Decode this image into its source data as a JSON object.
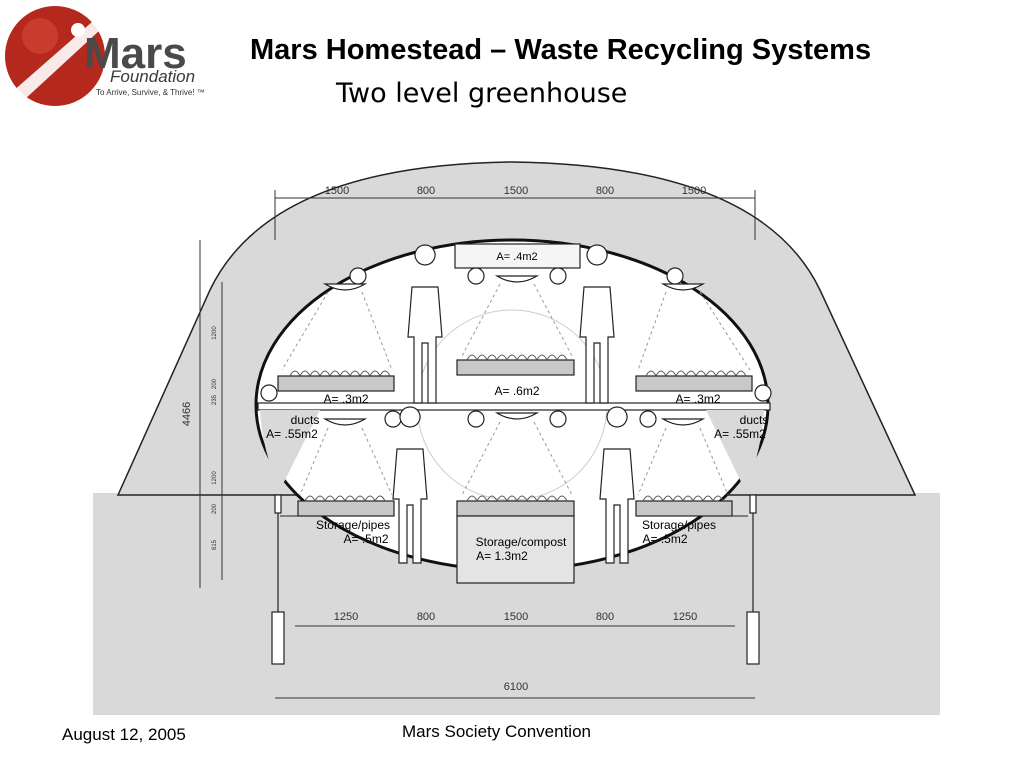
{
  "slide": {
    "title": "Mars Homestead – Waste Recycling Systems",
    "subtitle": "Two level greenhouse"
  },
  "logo": {
    "name_top": "Mars",
    "name_bottom": "Foundation",
    "tagline": "To Arrive, Survive, & Thrive! ™",
    "accent_color": "#b5281e"
  },
  "diagram": {
    "top_dimensions": [
      "1500",
      "800",
      "1500",
      "800",
      "1500"
    ],
    "bottom_dimensions": [
      "1250",
      "800",
      "1500",
      "800",
      "1250"
    ],
    "overall_width": "6100",
    "overall_height": "4466",
    "side_dimensions": [
      "1200",
      "200",
      "235",
      "1200",
      "200",
      "615"
    ],
    "labels": {
      "top_area": "A= .4m2",
      "upper_left_area": "A= .3m2",
      "upper_center_area": "A= .6m2",
      "upper_right_area": "A= .3m2",
      "ducts_left": "ducts",
      "ducts_left_area": "A= .55m2",
      "ducts_right": "ducts",
      "ducts_right_area": "A= .55m2",
      "storage_left": "Storage/pipes",
      "storage_left_area": "A= .5m2",
      "storage_center": "Storage/compost",
      "storage_center_area": "A= 1.3m2",
      "storage_right": "Storage/pipes",
      "storage_right_area": "A= .5m2"
    }
  },
  "footer": {
    "date": "August 12, 2005",
    "event": "Mars Society Convention"
  }
}
